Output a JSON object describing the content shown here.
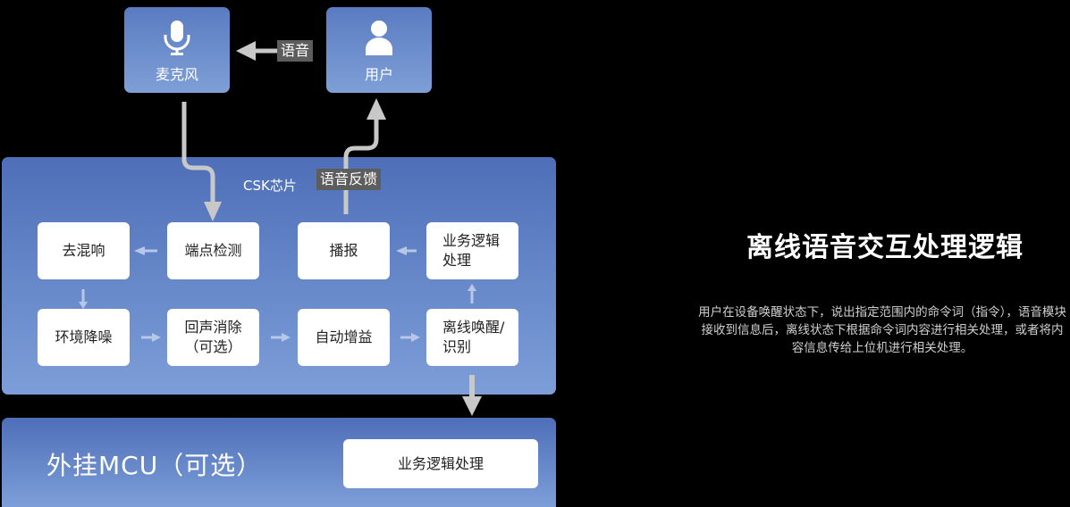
{
  "top": {
    "mic_label": "麦克风",
    "user_label": "用户",
    "voice_tag": "语音",
    "feedback_tag": "语音反馈"
  },
  "csk": {
    "title": "CSK芯片",
    "boxes": {
      "dereverb": "去混响",
      "endpoint": "端点检测",
      "broadcast": "播报",
      "business": "业务逻辑\n处理",
      "noise": "环境降噪",
      "echo": "回声消除\n（可选）",
      "agc": "自动增益",
      "wakeup": "离线唤醒/\n识别"
    }
  },
  "mcu": {
    "title": "外挂MCU（可选）",
    "business": "业务逻辑处理"
  },
  "right": {
    "title": "离线语音交互处理逻辑",
    "description": "用户在设备唤醒状态下，说出指定范围内的命令词（指令），语音模块接收到信息后，离线状态下根据命令词内容进行相关处理，或者将内容信息传给上位机进行相关处理。"
  },
  "icons": {
    "mic": "microphone-icon",
    "user": "user-icon"
  }
}
